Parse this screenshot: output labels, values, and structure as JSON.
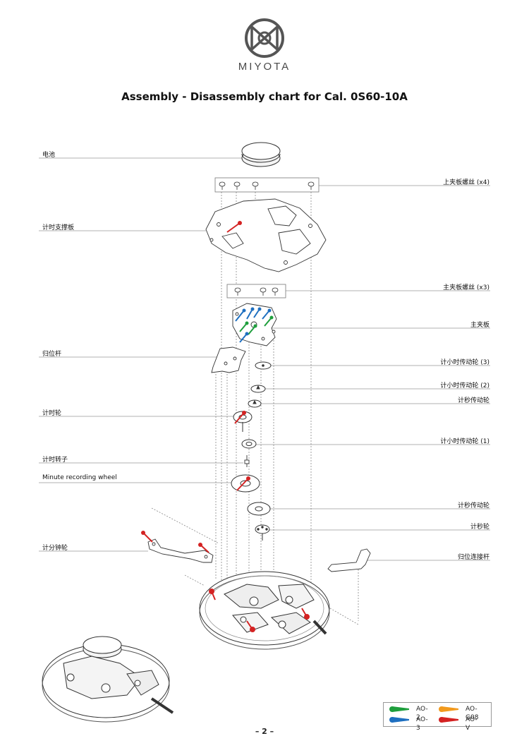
{
  "brand": {
    "wordmark": "MIYOTA"
  },
  "title": "Assembly - Disassembly chart for Cal. 0S60-10A",
  "labels": {
    "battery": "电池",
    "upper_plate_screws": "上夹板螺丝 (x4)",
    "chrono_support_plate": "计时支撑板",
    "main_plate_screws": "主夹板螺丝 (x3)",
    "main_plate": "主夹板",
    "reset_lever": "归位杆",
    "hour_wheel_3": "计小时传动轮 (3)",
    "hour_wheel_2": "计小时传动轮 (2)",
    "second_trans_wheel_upper": "计秒传动轮",
    "chrono_wheel": "计时轮",
    "hour_wheel_1": "计小时传动轮 (1)",
    "chrono_rotor": "计时转子",
    "minute_recording_wheel": "Minute recording wheel",
    "second_trans_wheel_lower": "计秒传动轮",
    "second_wheel": "计秒轮",
    "minute_wheel": "计分钟轮",
    "reset_link_lever": "归位连接杆"
  },
  "legend": {
    "items": [
      {
        "name": "AO-2",
        "color": "#1e9e3c"
      },
      {
        "name": "AO-G08",
        "color": "#f29a1d"
      },
      {
        "name": "AO-3",
        "color": "#1e6fc0"
      },
      {
        "name": "AO-V",
        "color": "#d42222"
      }
    ]
  },
  "page_number": "– 2 –"
}
